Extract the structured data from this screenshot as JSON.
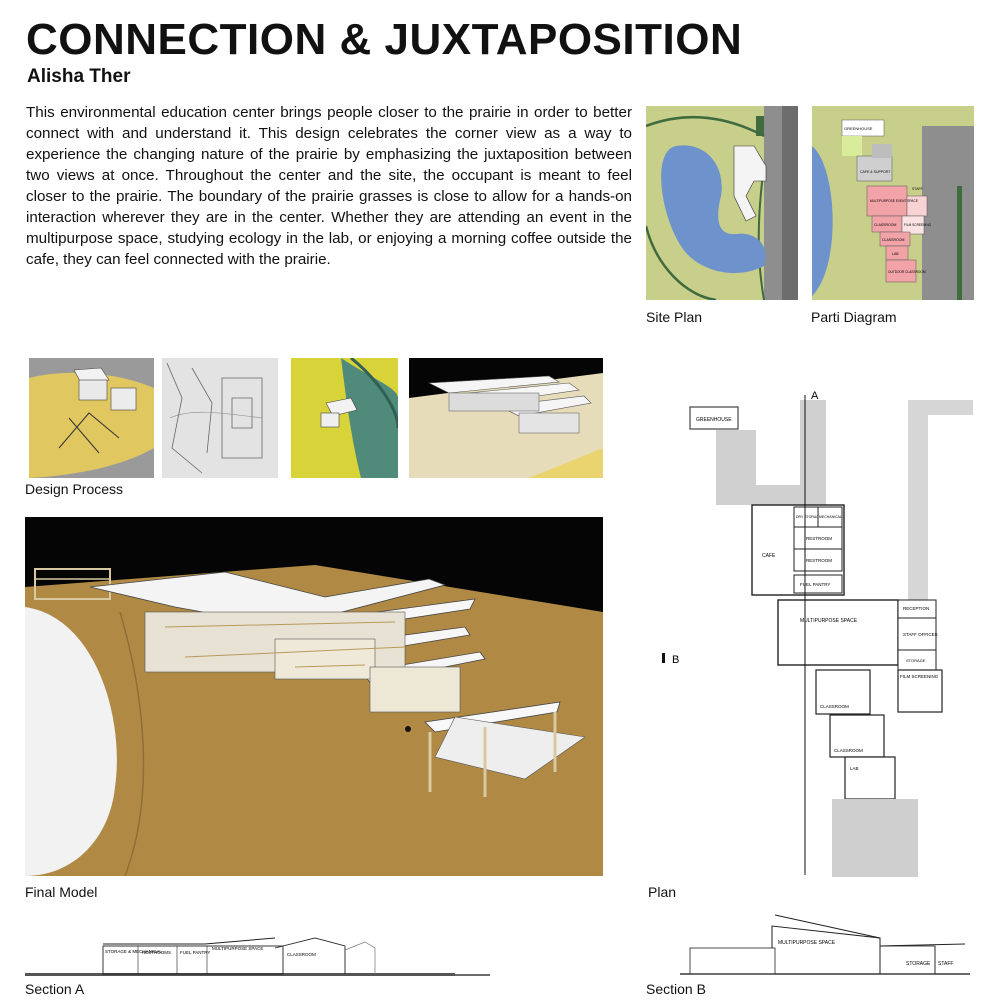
{
  "poster": {
    "title": "CONNECTION & JUXTAPOSITION",
    "author": "Alisha Ther",
    "description": "This environmental education center brings people closer to the prairie in order to better connect with and understand it. This design celebrates the corner view as a way to experience the changing nature of the prairie by emphasizing the juxtaposition between two views at once. Throughout the center and the site, the occupant is meant to feel closer to the prairie. The boundary of the prairie grasses is close to allow for a hands-on interaction wherever they are in the center. Whether they are attending an event in the multipurpose space, studying ecology in the lab, or enjoying a morning coffee outside the cafe, they can feel connected with the prairie."
  },
  "captions": {
    "site_plan": "Site Plan",
    "parti_diagram": "Parti Diagram",
    "design_process": "Design Process",
    "final_model": "Final Model",
    "plan": "Plan",
    "section_a": "Section A",
    "section_b": "Section B"
  },
  "parti_labels": {
    "greenhouse": "GREENHOUSE",
    "cafe_support": "CAFE & SUPPORT",
    "staff": "STAFF",
    "multipurpose": "MULTIPURPOSE EVENT SPACE",
    "classroom": "CLASSROOM",
    "film": "FILM SCREENING",
    "classroom2": "CLASSROOM",
    "lab": "LAB",
    "outdoor": "OUTDOOR CLASSROOM"
  },
  "plan_labels": {
    "greenhouse": "GREENHOUSE",
    "cafe": "CAFE",
    "dry_storage": "DRY STORAGE",
    "mechanical": "MECHANICAL",
    "restroom1": "RESTROOM",
    "restroom2": "RESTROOM",
    "fuel_pantry": "FUEL PANTRY",
    "multipurpose": "MULTIPURPOSE SPACE",
    "reception": "RECEPTION",
    "staff_offices": "STAFF OFFICES",
    "storage": "STORAGE",
    "film_screening": "FILM SCREENING",
    "classroom1": "CLASSROOM",
    "classroom2": "CLASSROOM",
    "lab": "LAB",
    "marker_a": "A",
    "marker_b": "B"
  },
  "section_a_labels": {
    "storage_mech": "STORAGE & MECHANICAL",
    "restrooms": "RESTROOMS",
    "fuel_pantry": "FUEL PANTRY",
    "multipurpose": "MULTIPURPOSE SPACE",
    "classroom": "CLASSROOM"
  },
  "section_b_labels": {
    "multipurpose": "MULTIPURPOSE SPACE",
    "storage": "STORAGE",
    "staff": "STAFF"
  },
  "colors": {
    "prairie_green": "#c8cf8a",
    "pond_blue": "#6e93cc",
    "trail_green": "#3f6b3f",
    "parking_gray": "#8e8e8e",
    "model_base": "#b08a45",
    "model_sky": "#050505",
    "parti_pink": "#f2a3a8",
    "parti_green": "#d9ec9c"
  }
}
